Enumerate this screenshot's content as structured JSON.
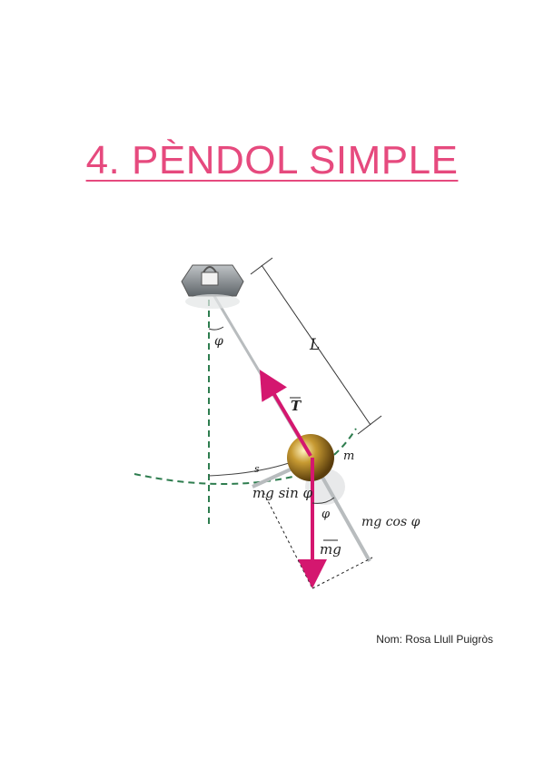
{
  "title": "4. PÈNDOL SIMPLE",
  "author": "Nom: Rosa Llull Puigròs",
  "diagram": {
    "labels": {
      "phi_top": "φ",
      "length": "L",
      "tension": "T",
      "mass": "m",
      "arc": "s",
      "mg_sin": "mg sin φ",
      "phi_bottom": "φ",
      "mg_cos": "mg cos φ",
      "weight": "mg"
    },
    "colors": {
      "title": "#e64a7e",
      "vector": "#d4176f",
      "dashed": "#2e7d4f",
      "bob": "#b58a2a"
    }
  }
}
